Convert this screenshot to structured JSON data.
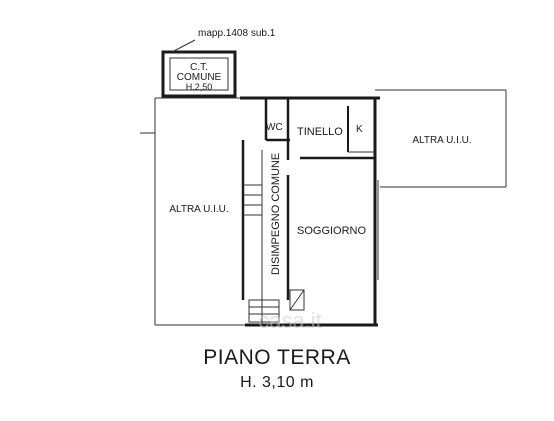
{
  "plan": {
    "cadastral_ref": "mapp.1408 sub.1",
    "ct_room": {
      "line1": "C.T.",
      "line2": "COMUNE",
      "height": "H.2,50"
    },
    "rooms": {
      "wc": "WC",
      "tinello": "TINELLO",
      "k": "K",
      "soggiorno": "SOGGIORNO",
      "disimpegno": "DISIMPEGNO COMUNE",
      "altra_left": "ALTRA U.I.U.",
      "altra_right": "ALTRA U.I.U."
    },
    "watermark": "casa.it"
  },
  "title": {
    "floor": "PIANO TERRA",
    "height": "H. 3,10 m"
  }
}
